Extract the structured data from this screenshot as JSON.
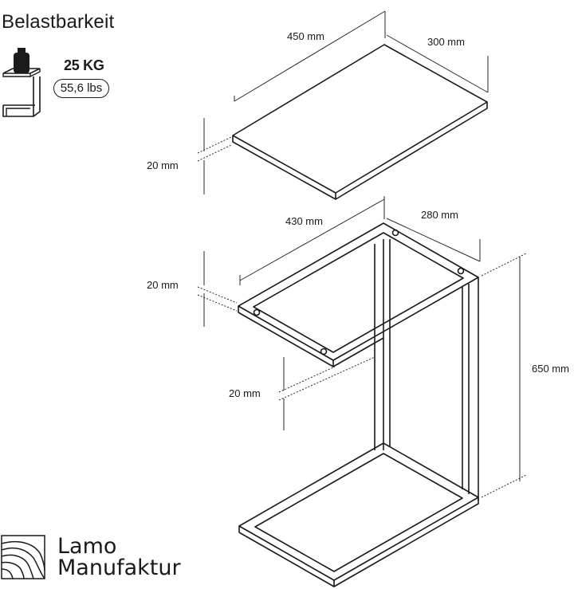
{
  "header": {
    "title": "Belastbarkeit",
    "load_kg": "25 KG",
    "load_lbs": "55,6 lbs"
  },
  "dimensions": {
    "top_width": "450 mm",
    "top_depth": "300 mm",
    "top_thickness": "20 mm",
    "frame_width": "430 mm",
    "frame_depth": "280 mm",
    "frame_thickness": "20 mm",
    "frame_profile": "20 mm",
    "total_height": "650 mm"
  },
  "brand": {
    "line1": "Lamo",
    "line2": "Manufaktur"
  },
  "colors": {
    "line": "#1a1a1a",
    "dim_line": "#2a2a2a"
  }
}
